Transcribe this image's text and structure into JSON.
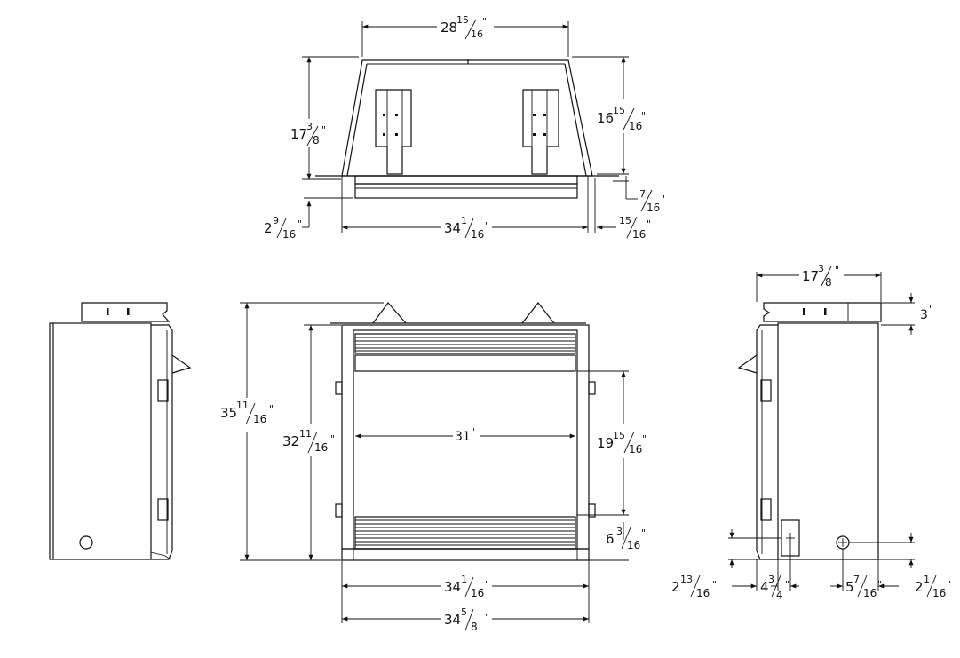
{
  "dimensions": {
    "top_width": {
      "whole": "28",
      "num": "15",
      "den": "16",
      "unit": "\""
    },
    "top_depth_left": {
      "whole": "17",
      "num": "3",
      "den": "8",
      "unit": "\""
    },
    "top_depth_right": {
      "whole": "16",
      "num": "15",
      "den": "16",
      "unit": "\""
    },
    "top_ledge": {
      "whole": "",
      "num": "7",
      "den": "16",
      "unit": "\""
    },
    "top_offset_left": {
      "whole": "2",
      "num": "9",
      "den": "16",
      "unit": "\""
    },
    "top_base_width": {
      "whole": "34",
      "num": "1",
      "den": "16",
      "unit": "\""
    },
    "top_offset_right": {
      "whole": "",
      "num": "15",
      "den": "16",
      "unit": "\""
    },
    "front_total_height": {
      "whole": "35",
      "num": "11",
      "den": "16",
      "unit": "\""
    },
    "front_body_height": {
      "whole": "32",
      "num": "11",
      "den": "16",
      "unit": "\""
    },
    "front_opening_width": {
      "whole": "31",
      "num": "",
      "den": "",
      "unit": "\""
    },
    "front_opening_height": {
      "whole": "19",
      "num": "15",
      "den": "16",
      "unit": "\""
    },
    "front_bottom_offset": {
      "whole": "6",
      "num": "3",
      "den": "16",
      "unit": "\""
    },
    "front_inner_width": {
      "whole": "34",
      "num": "1",
      "den": "16",
      "unit": "\""
    },
    "front_outer_width": {
      "whole": "34",
      "num": "5",
      "den": "8",
      "unit": "\""
    },
    "side_depth": {
      "whole": "17",
      "num": "3",
      "den": "8",
      "unit": "\""
    },
    "side_flange": {
      "whole": "3",
      "num": "",
      "den": "",
      "unit": "\""
    },
    "side_left_offset": {
      "whole": "2",
      "num": "13",
      "den": "16",
      "unit": "\""
    },
    "side_gas_inlet": {
      "whole": "4",
      "num": "3",
      "den": "4",
      "unit": "\""
    },
    "side_vent_offset": {
      "whole": "5",
      "num": "7",
      "den": "16",
      "unit": "\""
    },
    "side_right_offset": {
      "whole": "2",
      "num": "1",
      "den": "16",
      "unit": "\""
    }
  }
}
